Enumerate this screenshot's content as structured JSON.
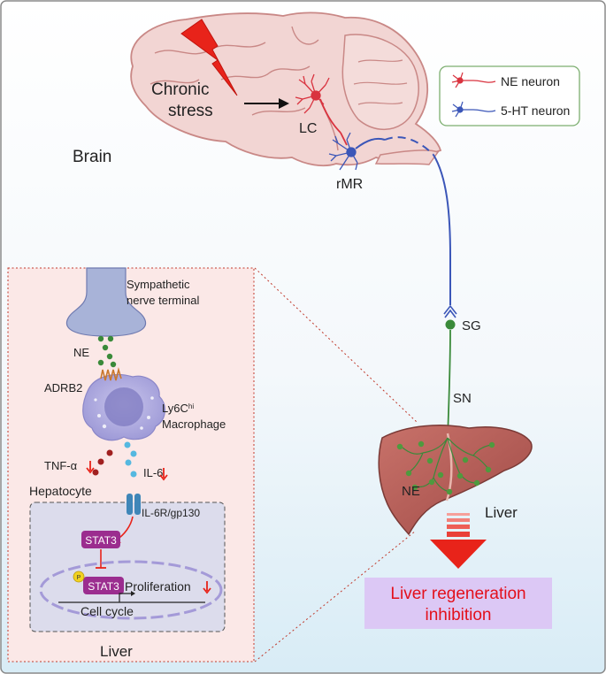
{
  "brain": {
    "stress_line1": "Chronic",
    "stress_line2": "stress",
    "brain_label": "Brain",
    "lc_label": "LC",
    "rmr_label": "rMR"
  },
  "legend": {
    "ne_neuron": "NE neuron",
    "ht_neuron": "5-HT neuron"
  },
  "pathway": {
    "sg_label": "SG",
    "sn_label": "SN"
  },
  "liver": {
    "ne_label": "NE",
    "liver_label": "Liver",
    "outcome_line1": "Liver regeneration",
    "outcome_line2": "inhibition"
  },
  "inset": {
    "nerve_line1": "Sympathetic",
    "nerve_line2": "nerve terminal",
    "ne_label": "NE",
    "adrb2_label": "ADRB2",
    "macrophage_line1_base": "Ly6C",
    "macrophage_line1_sup": "hi",
    "macrophage_line2": "Macrophage",
    "tnf_label": "TNF-α",
    "il6_label": "IL-6",
    "hepatocyte_label": "Hepatocyte",
    "receptor_label": "IL-6R/gp130",
    "stat3_label": "STAT3",
    "pstat3_label": "STAT3",
    "phospho_label": "P",
    "proliferation_label": "Proliferation",
    "cell_cycle_label": "Cell cycle",
    "inset_liver_label": "Liver"
  },
  "colors": {
    "ne_neuron": "#d9333f",
    "ht_neuron": "#3b56b8",
    "sympathetic_green": "#3a8a3a",
    "outcome_text": "#e3101c",
    "outcome_bg": "#dcc8f5",
    "arrow_red": "#e8231a",
    "stat3": "#9b2d8f"
  }
}
